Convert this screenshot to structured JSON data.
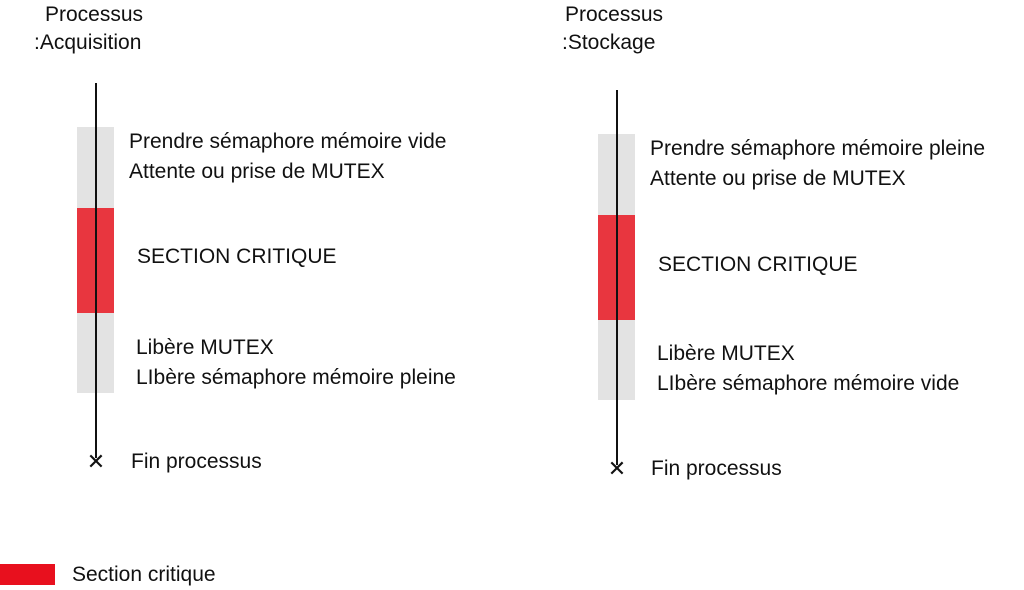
{
  "processes": [
    {
      "title_line1": "Processus",
      "title_line2": ":Acquisition",
      "step1_line1": "Prendre sémaphore mémoire vide",
      "step1_line2": "Attente ou prise de MUTEX",
      "critical_label": "SECTION CRITIQUE",
      "step3_line1": "Libère MUTEX",
      "step3_line2": "LIbère sémaphore mémoire pleine",
      "end_label": "Fin processus"
    },
    {
      "title_line1": "Processus",
      "title_line2": ":Stockage",
      "step1_line1": "Prendre sémaphore mémoire pleine",
      "step1_line2": "Attente ou prise de MUTEX",
      "critical_label": "SECTION CRITIQUE",
      "step3_line1": "Libère MUTEX",
      "step3_line2": "LIbère sémaphore mémoire vide",
      "end_label": "Fin processus"
    }
  ],
  "end_mark": "✕",
  "legend": {
    "label": "Section critique",
    "color": "#e8101e"
  },
  "colors": {
    "critical": "#e8363f",
    "activation": "#e3e3e3",
    "line": "#111111"
  }
}
